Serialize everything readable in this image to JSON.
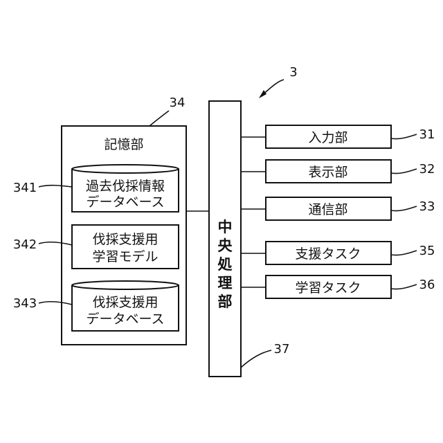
{
  "system_ref": "3",
  "storage": {
    "ref": "34",
    "title": "記憶部",
    "items": [
      {
        "ref": "341",
        "line1": "過去伐採情報",
        "line2": "データベース"
      },
      {
        "ref": "342",
        "line1": "伐採支援用",
        "line2": "学習モデル"
      },
      {
        "ref": "343",
        "line1": "伐採支援用",
        "line2": "データベース"
      }
    ]
  },
  "cpu": {
    "ref": "37",
    "label_chars": [
      "中",
      "央",
      "処",
      "理",
      "部"
    ]
  },
  "modules": [
    {
      "ref": "31",
      "label": "入力部"
    },
    {
      "ref": "32",
      "label": "表示部"
    },
    {
      "ref": "33",
      "label": "通信部"
    },
    {
      "ref": "35",
      "label": "支援タスク"
    },
    {
      "ref": "36",
      "label": "学習タスク"
    }
  ]
}
